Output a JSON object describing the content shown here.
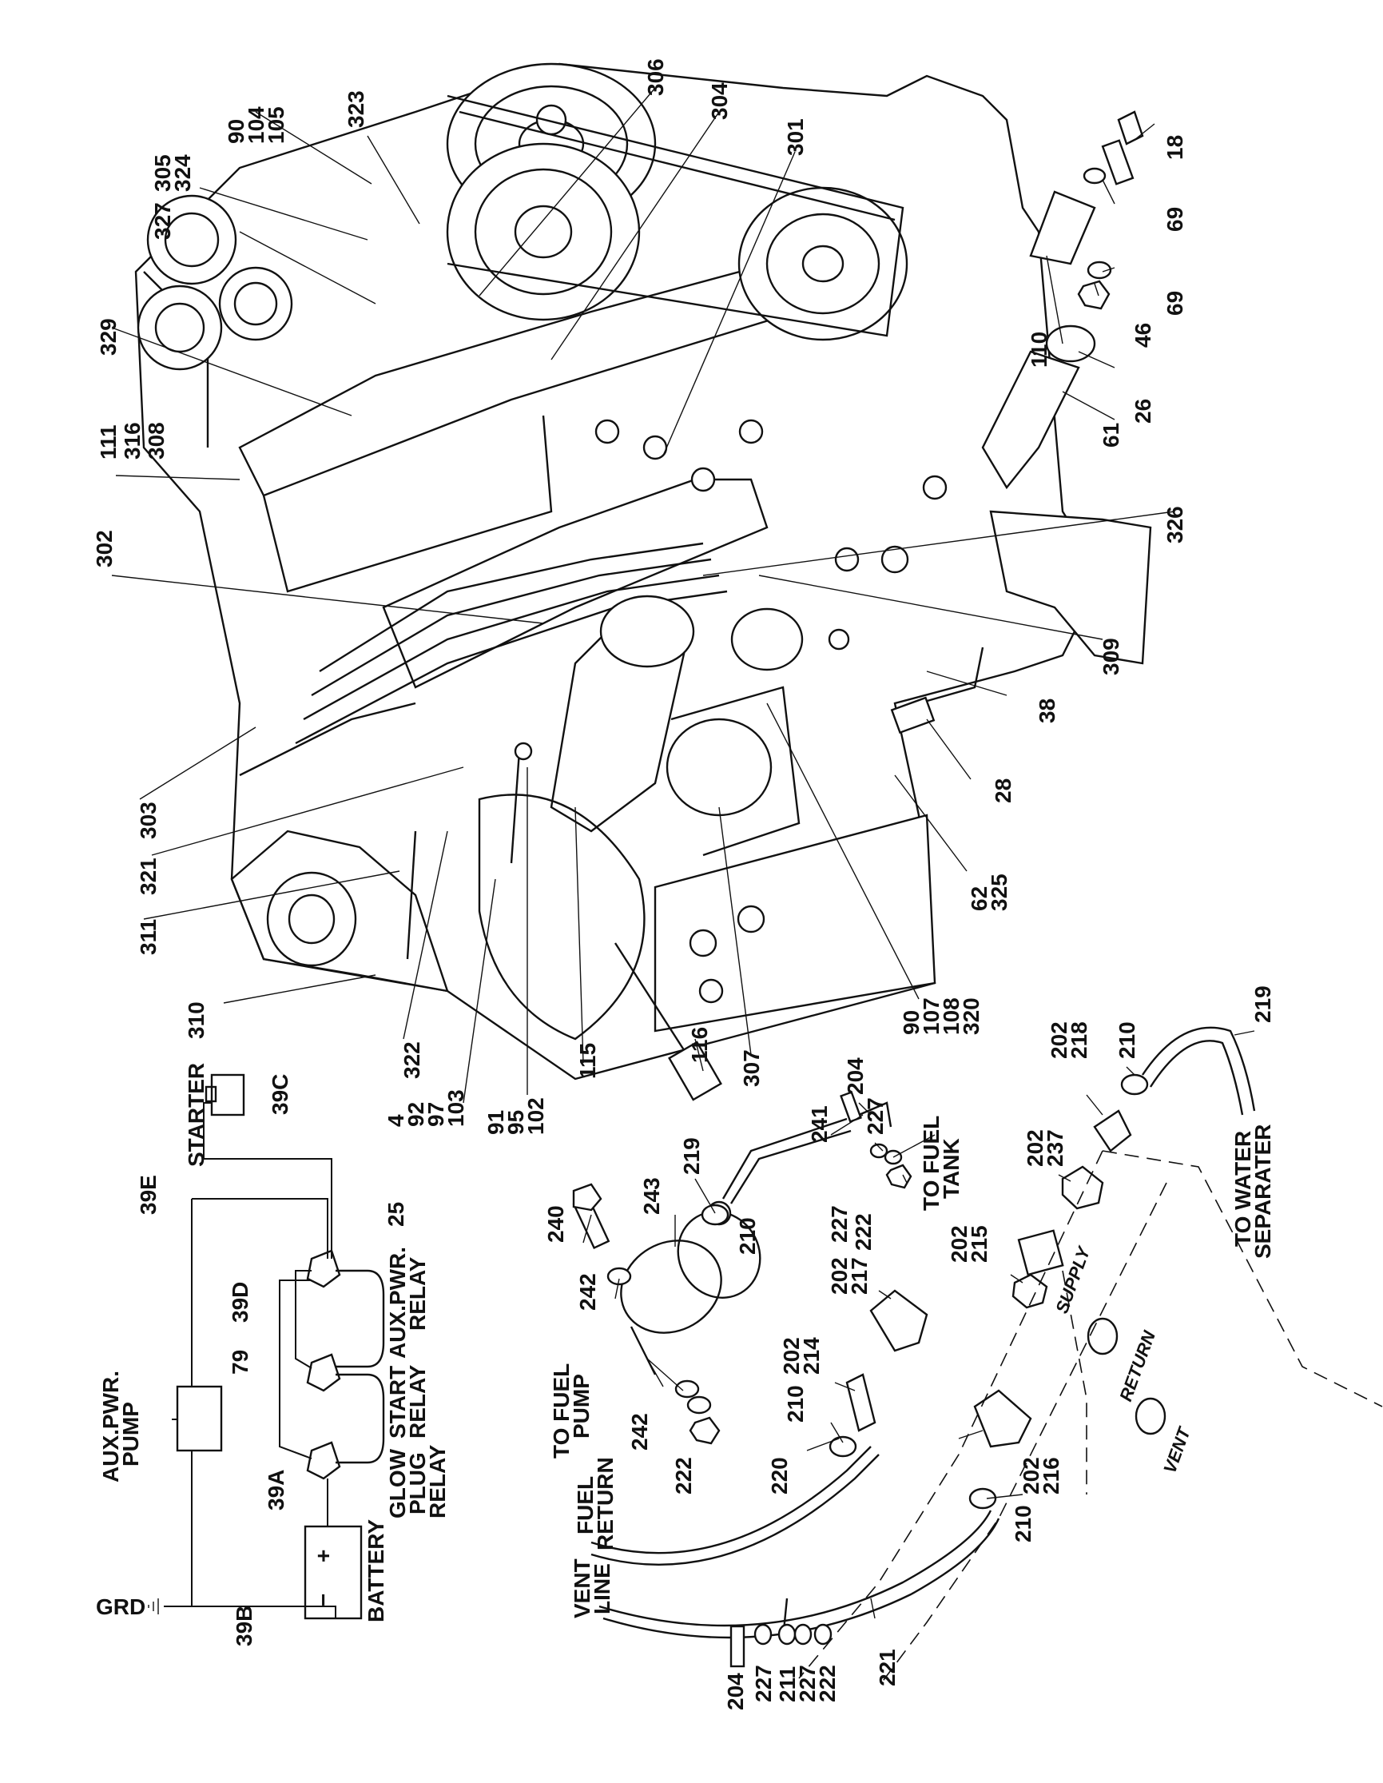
{
  "callouts": {
    "c90a": "90",
    "c104": "104",
    "c105": "105",
    "c323": "323",
    "c306": "306",
    "c304": "304",
    "c301": "301",
    "c18": "18",
    "c305": "305",
    "c324": "324",
    "c327": "327",
    "c69a": "69",
    "c69b": "69",
    "c46": "46",
    "c110": "110",
    "c329": "329",
    "c26": "26",
    "c61": "61",
    "c111": "111",
    "c316": "316",
    "c308": "308",
    "c326": "326",
    "c302": "302",
    "c309": "309",
    "c38": "38",
    "c28": "28",
    "c303": "303",
    "c321": "321",
    "c311": "311",
    "c62": "62",
    "c325": "325",
    "c310": "310",
    "c322": "322",
    "c4": "4",
    "c92": "92",
    "c97": "97",
    "c103": "103",
    "c91": "91",
    "c95": "95",
    "c102": "102",
    "c115": "115",
    "c116": "116",
    "c307": "307",
    "c90b": "90",
    "c107": "107",
    "c108": "108",
    "c320": "320",
    "c219a": "219",
    "c241": "241",
    "c204a": "204",
    "c227a": "227",
    "c227b": "227",
    "c222a": "222",
    "c202a": "202",
    "c218": "218",
    "c210a": "210",
    "c219b": "219",
    "c202b": "202",
    "c237": "237",
    "c240": "240",
    "c243": "243",
    "c242a": "242",
    "c210b": "210",
    "c202c": "202",
    "c217": "217",
    "c202d": "202",
    "c215": "215",
    "c202e": "202",
    "c214": "214",
    "c210c": "210",
    "c242b": "242",
    "c222b": "222",
    "c220": "220",
    "c202f": "202",
    "c216": "216",
    "c210d": "210",
    "c204b": "204",
    "c227c": "227",
    "c211": "211",
    "c227d": "227",
    "c222c": "222",
    "c221": "221",
    "c39E": "39E",
    "c39C": "39C",
    "c39D": "39D",
    "c79": "79",
    "c25": "25",
    "c39A": "39A",
    "c39B": "39B"
  },
  "notes": {
    "starter": "STARTER",
    "aux_relay_1": "AUX.PWR.",
    "aux_relay_2": "RELAY",
    "glow_1": "GLOW",
    "glow_2": "PLUG",
    "glow_3": "RELAY",
    "start_1": "START",
    "start_2": "RELAY",
    "aux_pump_1": "AUX.PWR.",
    "aux_pump_2": "PUMP",
    "battery": "BATTERY",
    "grd": "GRD",
    "to_fuel_pump_1": "TO FUEL",
    "to_fuel_pump_2": "PUMP",
    "to_fuel_tank_1": "TO FUEL",
    "to_fuel_tank_2": "TANK",
    "fuel_return_1": "FUEL",
    "fuel_return_2": "RETURN",
    "vent_line_1": "VENT",
    "vent_line_2": "LINE",
    "to_water_1": "TO WATER",
    "to_water_2": "SEPARATER",
    "supply": "SUPPLY",
    "return": "RETURN",
    "vent": "VENT",
    "plus": "+",
    "minus": "−"
  }
}
